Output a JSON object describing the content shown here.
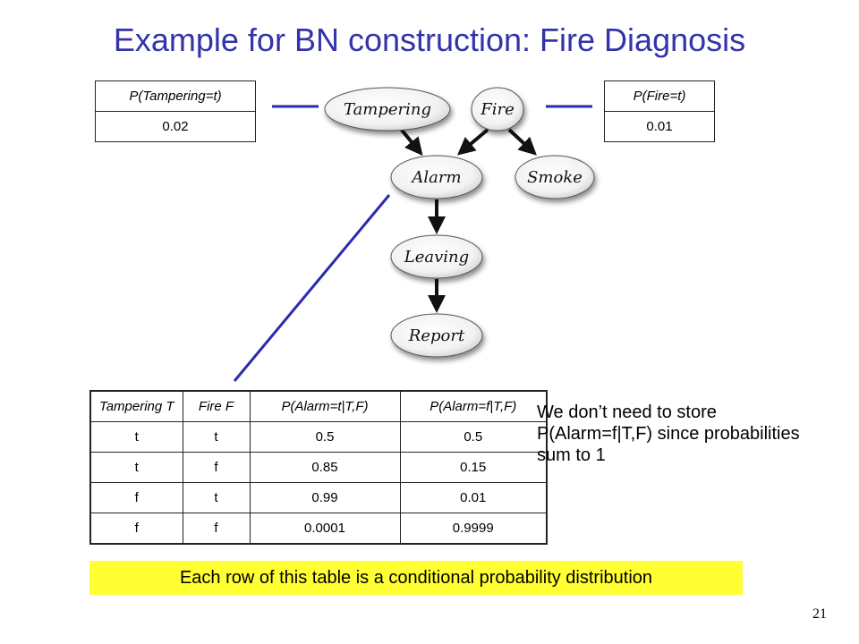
{
  "title": "Example for BN construction: Fire Diagnosis",
  "nodes": {
    "tampering": "Tampering",
    "fire": "Fire",
    "alarm": "Alarm",
    "smoke": "Smoke",
    "leaving": "Leaving",
    "report": "Report"
  },
  "prior_tampering": {
    "header": "P(Tampering=t)",
    "value": "0.02"
  },
  "prior_fire": {
    "header": "P(Fire=t)",
    "value": "0.01"
  },
  "cpt": {
    "headers": [
      "Tampering T",
      "Fire F",
      "P(Alarm=t|T,F)",
      "P(Alarm=f|T,F)"
    ],
    "rows": [
      [
        "t",
        "t",
        "0.5",
        "0.5"
      ],
      [
        "t",
        "f",
        "0.85",
        "0.15"
      ],
      [
        "f",
        "t",
        "0.99",
        "0.01"
      ],
      [
        "f",
        "f",
        "0.0001",
        "0.9999"
      ]
    ]
  },
  "note": "We don’t need to store P(Alarm=f|T,F) since probabilities sum to 1",
  "highlight": "Each row of this table is a conditional probability distribution",
  "page_number": "21",
  "colors": {
    "title": "#3333aa",
    "connector": "#2a2ab0",
    "highlight": "#ffff33"
  }
}
